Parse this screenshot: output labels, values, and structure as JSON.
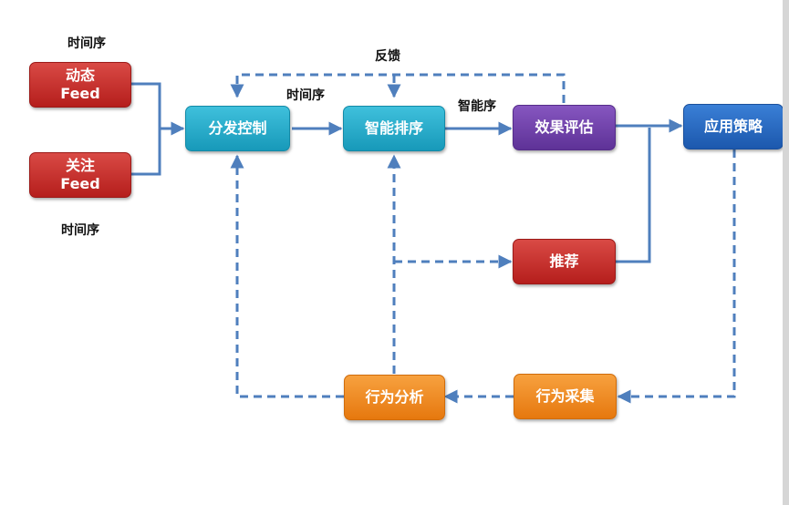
{
  "nodes": {
    "dynamic_feed": "动态\nFeed",
    "follow_feed": "关注\nFeed",
    "distribution": "分发控制",
    "smart_sort": "智能排序",
    "evaluation": "效果评估",
    "apply_strategy": "应用策略",
    "recommend": "推荐",
    "behavior_analysis": "行为分析",
    "behavior_collect": "行为采集"
  },
  "labels": {
    "time_order_top": "时间序",
    "time_order_bottom": "时间序",
    "time_order_mid": "时间序",
    "feedback": "反馈",
    "smart_order": "智能序"
  },
  "colors": {
    "line": "#4f7fbd",
    "red": "#c52b28",
    "cyan": "#2ab0cf",
    "purple": "#6f3fab",
    "blue": "#2868c0",
    "orange": "#f08b22"
  }
}
